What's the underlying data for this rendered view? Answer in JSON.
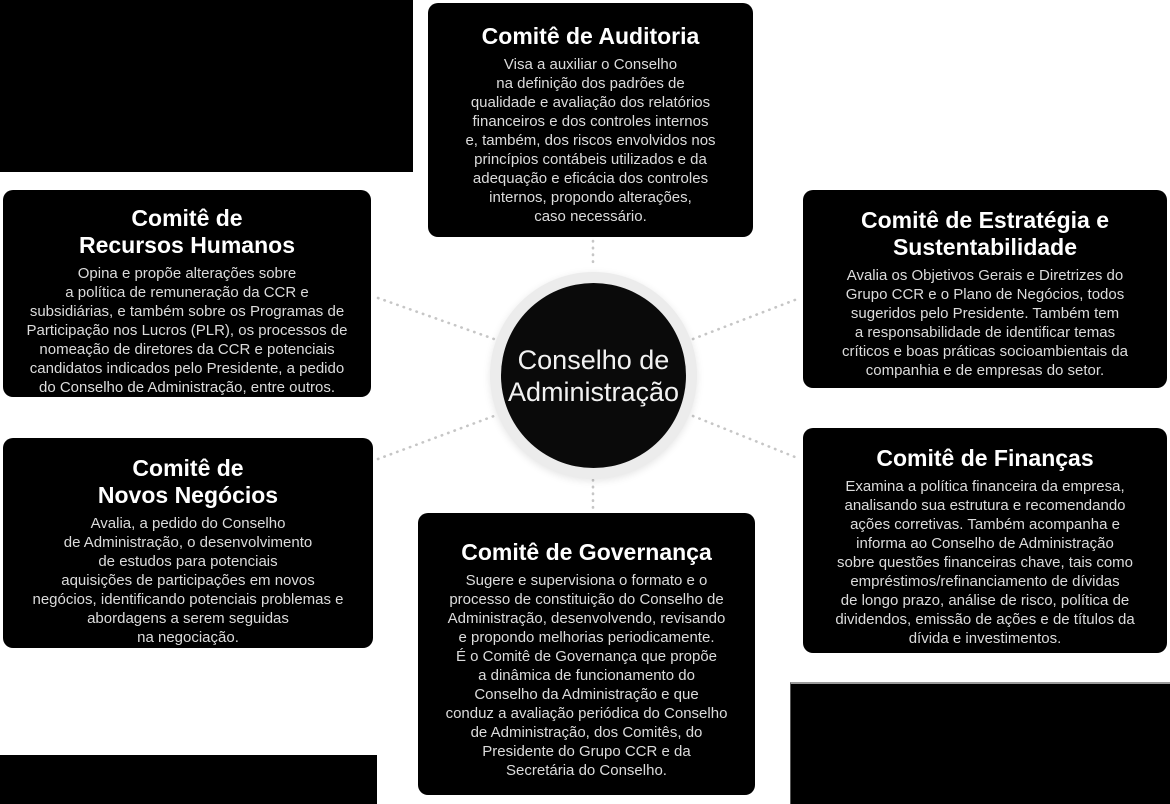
{
  "diagram": {
    "center": {
      "label": "Conselho de\nAdministração"
    },
    "committees": [
      {
        "id": "auditoria",
        "title": "Comitê de Auditoria",
        "body": "Visa a auxiliar o Conselho\nna definição dos padrões de\nqualidade e avaliação dos relatórios\nfinanceiros e dos controles internos\ne, também, dos riscos envolvidos nos\nprincípios contábeis utilizados e da\nadequação e eficácia dos controles\ninternos, propondo alterações,\ncaso necessário."
      },
      {
        "id": "recursos-humanos",
        "title": "Comitê de\nRecursos Humanos",
        "body": "Opina e propõe alterações sobre\na política de remuneração da CCR e\nsubsidiárias, e também sobre os Programas de\nParticipação nos Lucros (PLR), os processos de\nnomeação de diretores da CCR e potenciais\ncandidatos indicados pelo Presidente, a pedido\ndo Conselho de Administração, entre outros."
      },
      {
        "id": "estrategia-sustentabilidade",
        "title": "Comitê de Estratégia e\nSustentabilidade",
        "body": "Avalia os Objetivos Gerais e Diretrizes do\nGrupo CCR e o Plano de Negócios, todos\nsugeridos pelo Presidente. Também tem\na responsabilidade de identificar temas\ncríticos e boas práticas socioambientais da\ncompanhia e de empresas do setor."
      },
      {
        "id": "novos-negocios",
        "title": "Comitê de\nNovos Negócios",
        "body": "Avalia, a pedido do Conselho\nde Administração, o desenvolvimento\nde estudos para potenciais\naquisições de participações em novos\nnegócios, identificando potenciais problemas e\nabordagens a serem seguidas\nna negociação."
      },
      {
        "id": "financas",
        "title": "Comitê de Finanças",
        "body": "Examina a política financeira da empresa,\nanalisando sua estrutura e recomendando\nações corretivas. Também acompanha e\ninforma ao Conselho de Administração\nsobre questões financeiras chave, tais como\nempréstimos/refinanciamento de dívidas\nde longo prazo, análise de risco, política de\ndividendos, emissão de ações e de títulos da\ndívida e investimentos."
      },
      {
        "id": "governanca",
        "title": "Comitê de Governança",
        "body": "Sugere e supervisiona o formato e o\nprocesso de constituição do Conselho de\nAdministração, desenvolvendo, revisando\ne propondo melhorias periodicamente.\nÉ o Comitê de Governança que propõe\na dinâmica de funcionamento do\nConselho da Administração e que\nconduz a avaliação periódica do Conselho\nde Administração, dos Comitês, do\nPresidente do Grupo CCR e da\nSecretária do Conselho."
      }
    ],
    "colors": {
      "card_background": "#000000",
      "card_title": "#ffffff",
      "card_body": "#dcdcdc",
      "connector": "#c6c6c6",
      "ring": "#ececec",
      "circle": "#0a0a0a",
      "page_background": "#ffffff"
    }
  }
}
